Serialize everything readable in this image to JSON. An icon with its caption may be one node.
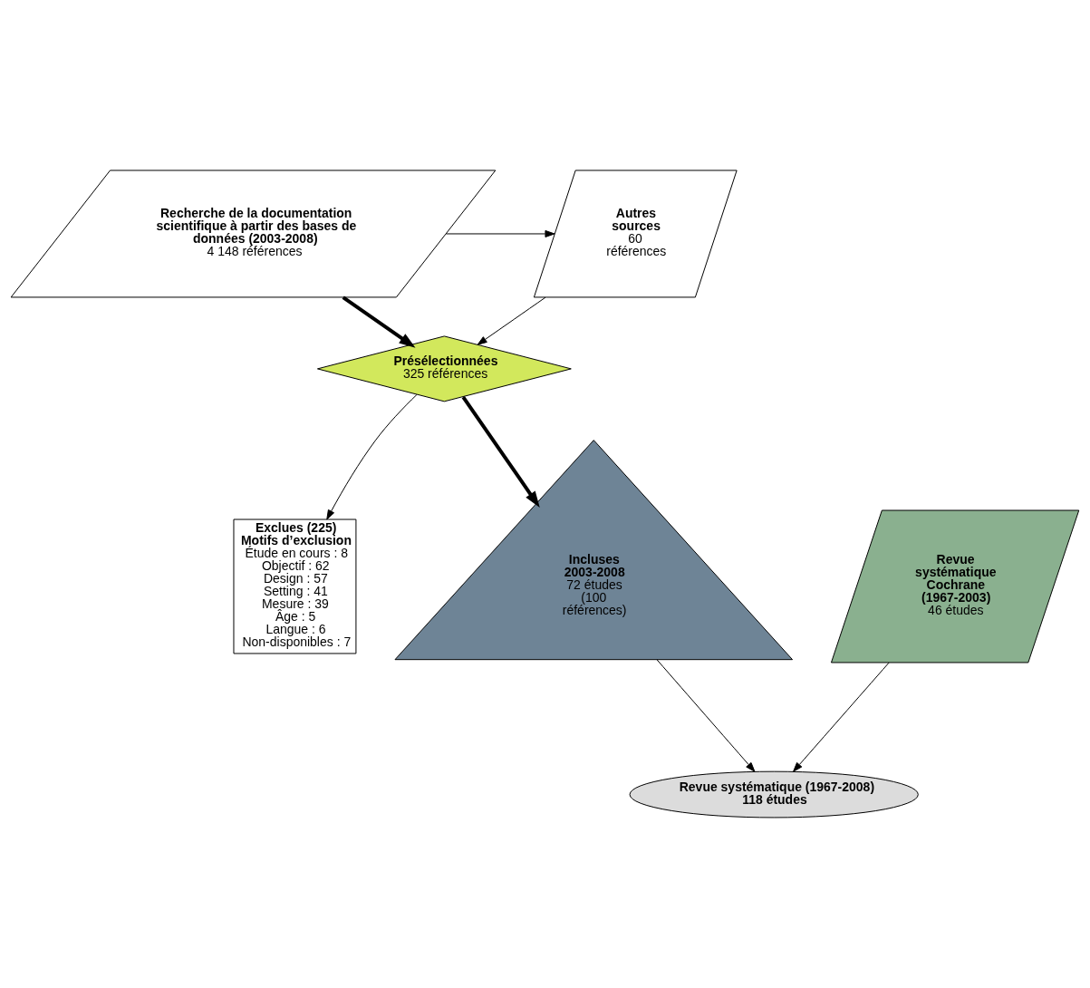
{
  "diagram": {
    "nodes": [
      {
        "text": [
          "Recherche de la documentation scientifique à partir des bases de données (2003-2008)",
          "4 148 références"
        ]
      },
      {
        "text": [
          "Autres sources",
          "60 références"
        ]
      },
      {
        "text": [
          "Présélectionnées",
          "325 références"
        ]
      },
      {
        "text": [
          "Exclues (225)",
          "Motifs d’exclusion",
          "Étude en cours : 8",
          "Objectif : 62",
          "Design : 57",
          "Setting : 41",
          "Mesure : 39",
          "Âge : 5",
          "Langue : 6",
          "Non-disponibles : 7"
        ]
      },
      {
        "text": [
          "Incluses 2003-2008",
          "72 études (100 références)"
        ]
      },
      {
        "text": [
          "Revue systématique Cochrane (1967-2003)",
          "46 études"
        ]
      },
      {
        "text": [
          "Revue systématique (1967-2008)",
          "118 études"
        ]
      }
    ],
    "edges": [
      {
        "from": 0,
        "to": 1,
        "arrow": "to"
      },
      {
        "from": 0,
        "to": 2,
        "arrow": "to",
        "style": "thick"
      },
      {
        "from": 1,
        "to": 2,
        "arrow": "to"
      },
      {
        "from": 2,
        "to": 3,
        "arrow": "to"
      },
      {
        "from": 2,
        "to": 4,
        "arrow": "to",
        "style": "thick"
      },
      {
        "from": 4,
        "to": 6,
        "arrow": "to"
      },
      {
        "from": 5,
        "to": 6,
        "arrow": "to"
      }
    ]
  }
}
